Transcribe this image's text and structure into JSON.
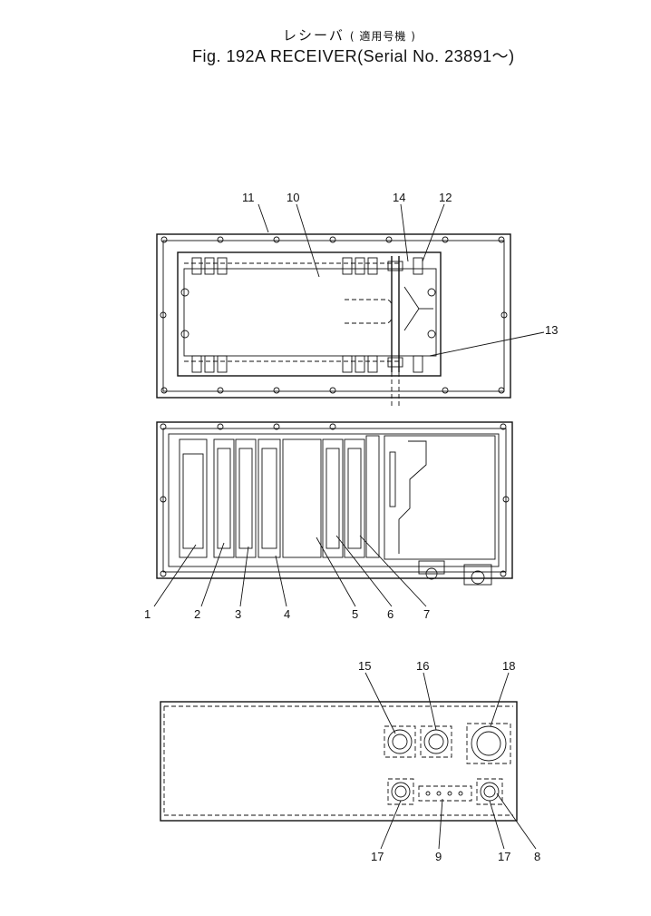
{
  "header": {
    "title_jp": "レシーバ",
    "applicability_jp": "適用号機",
    "figure_label": "Fig. 192A RECEIVER",
    "serial_text": "Serial No. 23891～"
  },
  "callouts": {
    "c1": "1",
    "c2": "2",
    "c3": "3",
    "c4": "4",
    "c5": "5",
    "c6": "6",
    "c7": "7",
    "c8": "8",
    "c9": "9",
    "c10": "10",
    "c11": "11",
    "c12": "12",
    "c13": "13",
    "c14": "14",
    "c15": "15",
    "c16": "16",
    "c17a": "17",
    "c17b": "17",
    "c18": "18"
  }
}
